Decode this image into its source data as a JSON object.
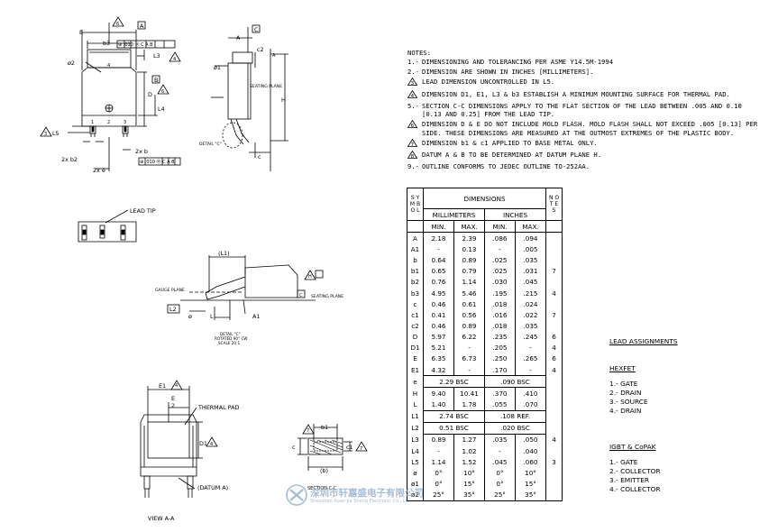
{
  "notes_title": "NOTES:",
  "notes": [
    {
      "n": "1.-",
      "flag": "",
      "text": "DIMENSIONING AND TOLERANCING PER ASME Y14.5M-1994"
    },
    {
      "n": "2.-",
      "flag": "",
      "text": "DIMENSION ARE SHOWN IN INCHES [MILLIMETERS]."
    },
    {
      "n": "",
      "flag": "3",
      "text": "LEAD DIMENSION UNCONTROLLED IN L5."
    },
    {
      "n": "",
      "flag": "4",
      "text": "DIMENSION D1, E1, L3 & b3 ESTABLISH A MINIMUM MOUNTING SURFACE FOR THERMAL PAD."
    },
    {
      "n": "5.-",
      "flag": "",
      "text": "SECTION C-C DIMENSIONS APPLY TO THE FLAT SECTION OF THE LEAD BETWEEN .005 AND 0.10 [0.13 AND 0.25] FROM THE LEAD TIP."
    },
    {
      "n": "",
      "flag": "6",
      "text": "DIMENSION D & E DO NOT INCLUDE MOLD FLASH. MOLD FLASH SHALL NOT EXCEED .005 [0.13] PER SIDE. THESE DIMENSIONS ARE MEASURED AT THE OUTMOST EXTREMES OF THE PLASTIC BODY."
    },
    {
      "n": "",
      "flag": "7",
      "text": "DIMENSION b1 & c1 APPLIED TO BASE METAL ONLY."
    },
    {
      "n": "",
      "flag": "8",
      "text": "DATUM A & B TO BE DETERMINED AT DATUM PLANE H."
    },
    {
      "n": "9.-",
      "flag": "",
      "text": "OUTLINE CONFORMS TO JEDEC OUTLINE TO-252AA."
    }
  ],
  "table": {
    "sym_header": "S Y M B O L",
    "dims_header": "DIMENSIONS",
    "notes_header": "N O T E S",
    "mm_header": "MILLIMETERS",
    "in_header": "INCHES",
    "min": "MIN.",
    "max": "MAX.",
    "rows": [
      {
        "s": "A",
        "mm_min": "2.18",
        "mm_max": "2.39",
        "in_min": ".086",
        "in_max": ".094",
        "note": ""
      },
      {
        "s": "A1",
        "mm_min": "-",
        "mm_max": "0.13",
        "in_min": "-",
        "in_max": ".005",
        "note": ""
      },
      {
        "s": "b",
        "mm_min": "0.64",
        "mm_max": "0.89",
        "in_min": ".025",
        "in_max": ".035",
        "note": ""
      },
      {
        "s": "b1",
        "mm_min": "0.65",
        "mm_max": "0.79",
        "in_min": ".025",
        "in_max": ".031",
        "note": "7"
      },
      {
        "s": "b2",
        "mm_min": "0.76",
        "mm_max": "1.14",
        "in_min": ".030",
        "in_max": ".045",
        "note": ""
      },
      {
        "s": "b3",
        "mm_min": "4.95",
        "mm_max": "5.46",
        "in_min": ".195",
        "in_max": ".215",
        "note": "4"
      },
      {
        "s": "c",
        "mm_min": "0.46",
        "mm_max": "0.61",
        "in_min": ".018",
        "in_max": ".024",
        "note": ""
      },
      {
        "s": "c1",
        "mm_min": "0.41",
        "mm_max": "0.56",
        "in_min": ".016",
        "in_max": ".022",
        "note": "7"
      },
      {
        "s": "c2",
        "mm_min": "0.46",
        "mm_max": "0.89",
        "in_min": ".018",
        "in_max": ".035",
        "note": ""
      },
      {
        "s": "D",
        "mm_min": "5.97",
        "mm_max": "6.22",
        "in_min": ".235",
        "in_max": ".245",
        "note": "6"
      },
      {
        "s": "D1",
        "mm_min": "5.21",
        "mm_max": "-",
        "in_min": ".205",
        "in_max": "-",
        "note": "4"
      },
      {
        "s": "E",
        "mm_min": "6.35",
        "mm_max": "6.73",
        "in_min": ".250",
        "in_max": ".265",
        "note": "6"
      },
      {
        "s": "E1",
        "mm_min": "4.32",
        "mm_max": "-",
        "in_min": ".170",
        "in_max": "-",
        "note": "4"
      },
      {
        "s": "e",
        "mm_span": "2.29  BSC",
        "in_span": ".090  BSC",
        "note": ""
      },
      {
        "s": "H",
        "mm_min": "9.40",
        "mm_max": "10.41",
        "in_min": ".370",
        "in_max": ".410",
        "note": ""
      },
      {
        "s": "L",
        "mm_min": "1.40",
        "mm_max": "1.78",
        "in_min": ".055",
        "in_max": ".070",
        "note": ""
      },
      {
        "s": "L1",
        "mm_span": "2.74  BSC",
        "in_span": ".108  REF.",
        "note": ""
      },
      {
        "s": "L2",
        "mm_span": "0.51  BSC",
        "in_span": ".020  BSC",
        "note": ""
      },
      {
        "s": "L3",
        "mm_min": "0.89",
        "mm_max": "1.27",
        "in_min": ".035",
        "in_max": ".050",
        "note": "4"
      },
      {
        "s": "L4",
        "mm_min": "-",
        "mm_max": "1.02",
        "in_min": "-",
        "in_max": ".040",
        "note": ""
      },
      {
        "s": "L5",
        "mm_min": "1.14",
        "mm_max": "1.52",
        "in_min": ".045",
        "in_max": ".060",
        "note": "3"
      },
      {
        "s": "ø",
        "mm_min": "0°",
        "mm_max": "10°",
        "in_min": "0°",
        "in_max": "10°",
        "note": ""
      },
      {
        "s": "ø1",
        "mm_min": "0°",
        "mm_max": "15°",
        "in_min": "0°",
        "in_max": "15°",
        "note": ""
      },
      {
        "s": "ø2",
        "mm_min": "25°",
        "mm_max": "35°",
        "in_min": "25°",
        "in_max": "35°",
        "note": ""
      }
    ]
  },
  "leads": {
    "title": "LEAD ASSIGNMENTS",
    "hexfet": {
      "title": "HEXFET",
      "items": [
        "1.- GATE",
        "2.- DRAIN",
        "3.- SOURCE",
        "4.- DRAIN"
      ]
    },
    "igbt": {
      "title": "IGBT & CoPAK",
      "items": [
        "1.- GATE",
        "2.- COLLECTOR",
        "3.- EMITTER",
        "4.- COLLECTOR"
      ]
    }
  },
  "drawing": {
    "top_view": {
      "E": "E",
      "b3": "b3",
      "A": "A",
      "B": "B",
      "flag6": "6",
      "tol1": "⊕ .010 Ⓜ C A B",
      "theta2": "ø2",
      "L3": "L3",
      "flag4": "4",
      "D": "D",
      "L4": "L4",
      "L5": "L5",
      "flag3": "3",
      "b2": "2x b2",
      "e": "2x e",
      "b": "2x b",
      "tol2": "⊕ .010 Ⓜ C A B",
      "pin": "4",
      "c1": "1",
      "c2": "2",
      "c3": "3"
    },
    "side_view": {
      "A": "A",
      "C": "C",
      "c2": "c2",
      "H": "H",
      "theta1": "ø1",
      "seating": "SEATING PLANE",
      "detail": "DETAIL \"C\"",
      "c": "c",
      "A_bot": "A"
    },
    "lead_tip": {
      "label": "LEAD TIP"
    },
    "detail_c": {
      "L1": "(L1)",
      "H": "H",
      "gauge": "GAUGE PLANE",
      "L2": "L2",
      "c": "C",
      "seating": "SEATING PLANE",
      "theta": "ø",
      "L": "L",
      "A1": "A1",
      "caption": "DETAIL \"C\"",
      "caption2": "ROTATED 90° CW",
      "caption3": "SCALE 20:1"
    },
    "view_aa": {
      "E1": "E1",
      "e2_top": "E",
      "e2_bot": "2",
      "thermal": "THERMAL PAD",
      "D1": "D1",
      "datum": "(DATUM A)",
      "caption": "VIEW A-A"
    },
    "section_cc": {
      "b1": "b1",
      "c": "c",
      "c1": "c1",
      "b": "(b)",
      "caption": "SECTION C-C"
    }
  },
  "watermark": {
    "cn": "深圳市轩嘉盛电子有限公司",
    "en": "Shenzhen Xuan Jia Sheng Electronic Co., Ltd."
  }
}
